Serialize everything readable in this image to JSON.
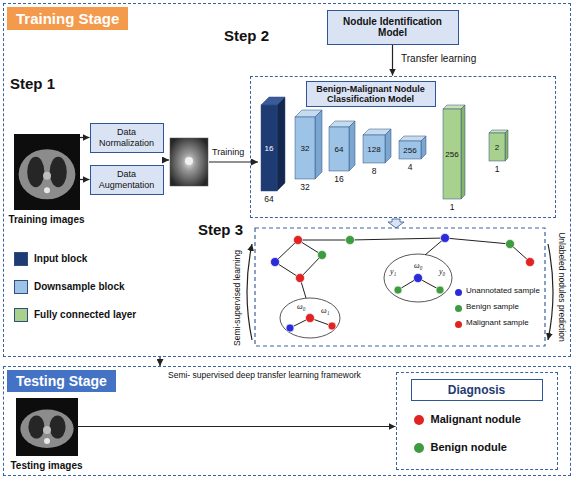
{
  "diagram": {
    "nodes": [
      {
        "text": [
          "Training Stage"
        ]
      },
      {
        "text": [
          "Training images"
        ],
        "in": 0
      },
      {
        "text": [
          "Data Normalization"
        ],
        "in": 0
      },
      {
        "text": [
          "Data Augmentation"
        ],
        "in": 0
      },
      {
        "text": [
          "Nodule Identification Model"
        ],
        "in": 0
      },
      {
        "text": [
          "Benign-Malignant Nodule Classification Model"
        ],
        "in": 0
      },
      {
        "text": [
          "16",
          "64"
        ],
        "in": 5
      },
      {
        "text": [
          "32",
          "32"
        ],
        "in": 5
      },
      {
        "text": [
          "64",
          "16"
        ],
        "in": 5
      },
      {
        "text": [
          "128",
          "8"
        ],
        "in": 5
      },
      {
        "text": [
          "256",
          "4"
        ],
        "in": 5
      },
      {
        "text": [
          "256",
          "1"
        ],
        "in": 5
      },
      {
        "text": [
          "2",
          "1"
        ],
        "in": 5
      },
      {
        "text": [
          "Testing Stage"
        ]
      },
      {
        "text": [
          "Testing images"
        ],
        "in": 13
      },
      {
        "text": [
          "Diagnosis",
          "Malignant nodule",
          "Benign nodule"
        ],
        "in": 13
      }
    ],
    "edges": [
      {
        "from": 1,
        "to": 2,
        "arrow": "to"
      },
      {
        "from": 1,
        "to": 3,
        "arrow": "to"
      },
      {
        "from": 4,
        "to": 5,
        "label": "Transfer learning",
        "arrow": "to"
      },
      {
        "from": 0,
        "to": 13,
        "label": "Semi- supervised deep transfer learning framework",
        "arrow": "to"
      },
      {
        "from": 14,
        "to": 15,
        "arrow": "to"
      }
    ],
    "labels": [
      "Step 1",
      "Step 2",
      "Step 3",
      "Training",
      "Semi-supervised learning",
      "Unlabeled nodules prediction",
      "ω₀",
      "y₁",
      "y₀",
      "ω₀",
      "ω₁"
    ],
    "legend": [
      {
        "text": "Input block",
        "color": "#1f3b73"
      },
      {
        "text": "Downsample block",
        "color": "#9dc3e6"
      },
      {
        "text": "Fully connected layer",
        "color": "#a9d18e"
      },
      {
        "text": "Unannotated sample",
        "color": "#2b2bd9"
      },
      {
        "text": "Benign sample",
        "color": "#3f9b3f"
      },
      {
        "text": "Malignant sample",
        "color": "#e02424"
      }
    ]
  }
}
